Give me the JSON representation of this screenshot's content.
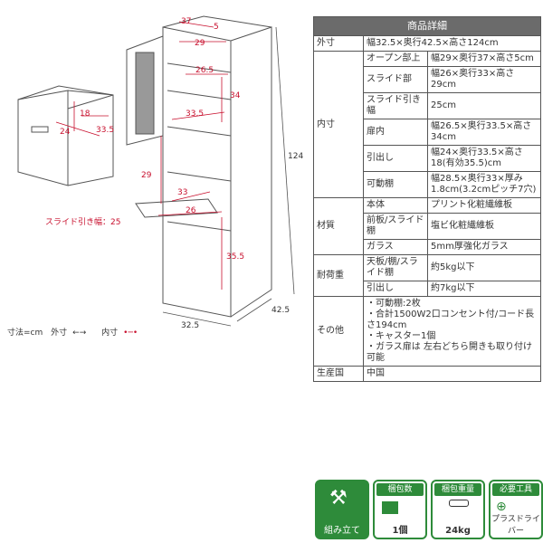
{
  "diagram": {
    "dims": {
      "top_depth": "37",
      "top_side": "5",
      "inner_width": "29",
      "slide_width": "26.5",
      "slide_depth": "34",
      "shelf_depth": "33.5",
      "cab_height": "29",
      "drawer_depth": "33",
      "drawer_width": "26",
      "lower_height": "35.5",
      "total_height": "124",
      "bottom_width": "32.5",
      "bottom_depth": "42.5",
      "drawer_h": "18",
      "drawer_w": "24",
      "drawer_d": "33.5"
    },
    "slide_note": "スライド引き幅：25",
    "legend": {
      "unit": "寸法=cm",
      "outer": "外寸",
      "inner": "内寸"
    }
  },
  "spec": {
    "header": "商品詳細",
    "outer_label": "外寸",
    "outer_value": "幅32.5×奥行42.5×高さ124cm",
    "inner_label": "内寸",
    "inner_rows": [
      {
        "label": "オープン部上",
        "value": "幅29×奥行37×高さ5cm"
      },
      {
        "label": "スライド部",
        "value": "幅26×奥行33×高さ29cm"
      },
      {
        "label": "スライド引き幅",
        "value": "25cm"
      },
      {
        "label": "扉内",
        "value": "幅26.5×奥行33.5×高さ34cm"
      },
      {
        "label": "引出し",
        "value": "幅24×奥行33.5×高さ18(有効35.5)cm"
      },
      {
        "label": "可動棚",
        "value": "幅28.5×奥行33×厚み1.8cm(3.2cmピッチ7穴)"
      }
    ],
    "material_label": "材質",
    "material_rows": [
      {
        "label": "本体",
        "value": "プリント化粧繊維板"
      },
      {
        "label": "前板/スライド棚",
        "value": "塩ビ化粧繊維板"
      },
      {
        "label": "ガラス",
        "value": "5mm厚強化ガラス"
      }
    ],
    "load_label": "耐荷重",
    "load_rows": [
      {
        "label": "天板/棚/スライド棚",
        "value": "約5kg以下"
      },
      {
        "label": "引出し",
        "value": "約7kg以下"
      }
    ],
    "other_label": "その他",
    "other_items": [
      "・可動棚:2枚",
      "・合計1500W2口コンセント付/コード長さ194cm",
      "・キャスター1個",
      "・ガラス扉は 左右どちら開きも取り付け可能"
    ],
    "origin_label": "生産国",
    "origin_value": "中国"
  },
  "badges": [
    {
      "caption": "",
      "main": "組み立て",
      "icon": "hammer-wrench-icon"
    },
    {
      "caption": "梱包数",
      "main": "1個",
      "icon": "box-icon"
    },
    {
      "caption": "梱包重量",
      "main": "24kg",
      "icon": "weight-icon"
    },
    {
      "caption": "必要工具",
      "main": "プラスドライバー",
      "icon": "screwdriver-icon"
    }
  ]
}
